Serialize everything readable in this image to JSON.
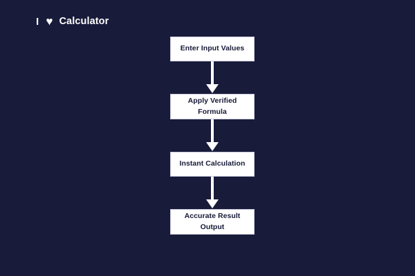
{
  "theme": {
    "background": "#181b39",
    "node_fill": "#ffffff",
    "node_border": "#c9cade",
    "node_text": "#171a37",
    "connector": "#ffffff",
    "brand_text": "#ffffff"
  },
  "brand": {
    "prefix": "I",
    "heart_icon": "heart-icon",
    "heart_glyph": "♥",
    "word": "Calculator"
  },
  "flowchart": {
    "type": "vertical-flow",
    "nodes": [
      {
        "label": "Enter Input Values",
        "lines": 1
      },
      {
        "label": "Apply Verified Formula",
        "lines": 2
      },
      {
        "label": "Instant Calculation",
        "lines": 1
      },
      {
        "label": "Accurate Result Output",
        "lines": 2
      }
    ],
    "connectors": [
      {
        "from": 0,
        "to": 1,
        "icon": "arrow-down-icon"
      },
      {
        "from": 1,
        "to": 2,
        "icon": "arrow-down-icon"
      },
      {
        "from": 2,
        "to": 3,
        "icon": "arrow-down-icon"
      }
    ]
  }
}
